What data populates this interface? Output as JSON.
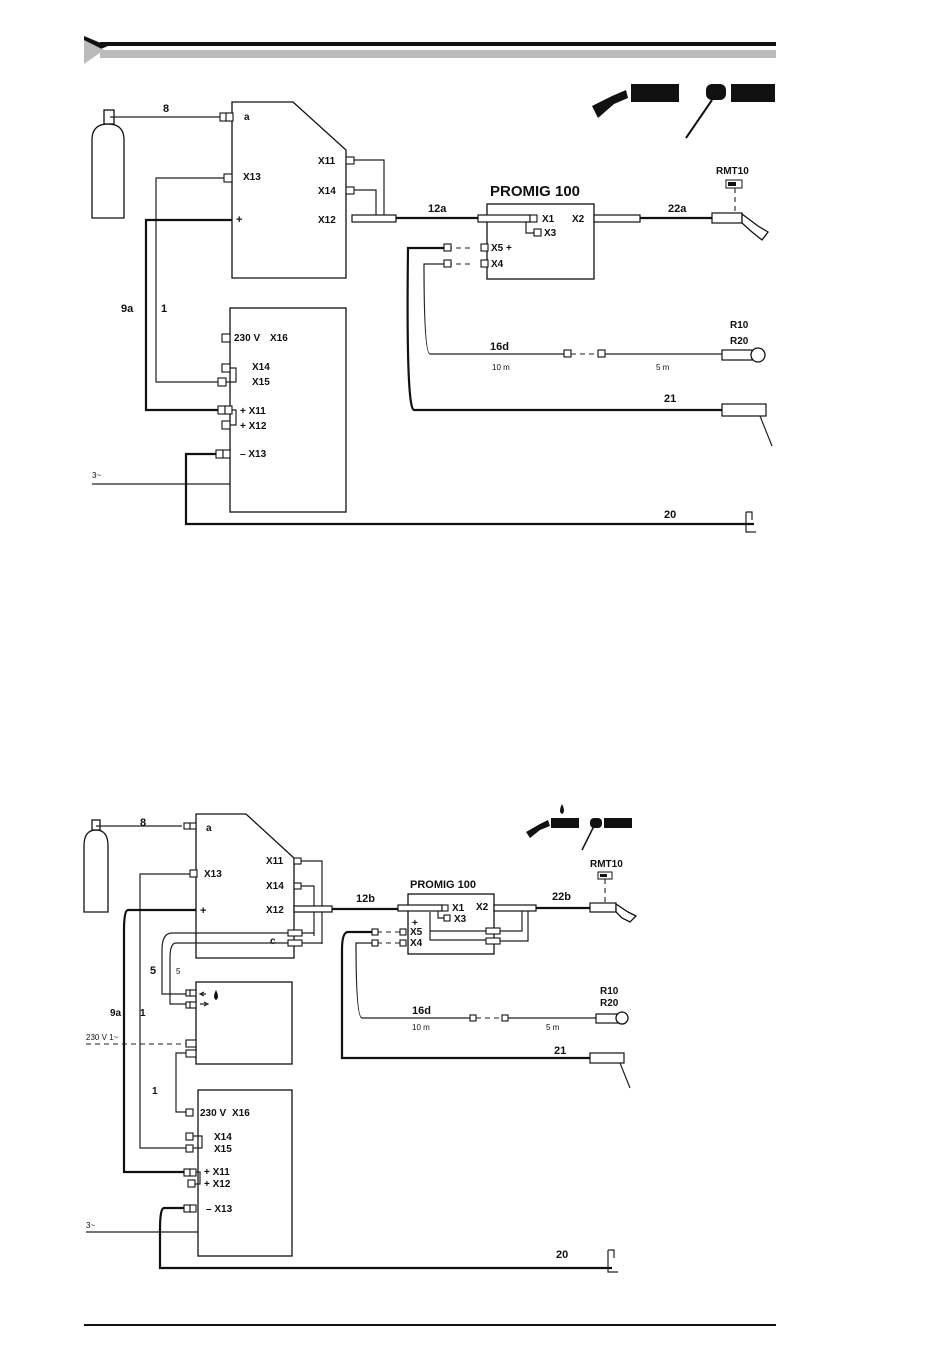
{
  "diagram_top": {
    "labels": {
      "gas_hose": "8",
      "gas_port": "a",
      "psu_x13": "X13",
      "psu_plus": "+",
      "psu_x11": "X11",
      "psu_x14": "X14",
      "psu_x12": "X12",
      "cable_12": "12a",
      "promig": "PROMIG 100",
      "p_x1": "X1",
      "p_x3": "X3",
      "p_x2": "X2",
      "p_x5": "X5 +",
      "p_x4": "X4",
      "cable_22": "22a",
      "rmt": "RMT10",
      "cable_9a": "9a",
      "cable_1": "1",
      "u_230": "230 V",
      "u_x16": "X16",
      "u_x14": "X14",
      "u_x15": "X15",
      "u_x11": "+ X11",
      "u_x12": "+ X12",
      "u_x13": "– X13",
      "cable_16d": "16d",
      "len_10m": "10 m",
      "len_5m": "5 m",
      "r10": "R10",
      "r20": "R20",
      "cable_21": "21",
      "mains": "3~",
      "cable_20": "20"
    }
  },
  "diagram_bottom": {
    "labels": {
      "gas_hose": "8",
      "gas_port": "a",
      "psu_x13": "X13",
      "psu_x11": "X11",
      "psu_x14": "X14",
      "psu_x12": "X12",
      "psu_plus": "+",
      "psu_c": "c",
      "cable_12": "12b",
      "promig": "PROMIG 100",
      "p_x1": "X1",
      "p_x3": "X3",
      "p_x2": "X2",
      "p_plus": "+",
      "p_x5": "X5",
      "p_x4": "X4",
      "cable_22": "22b",
      "rmt": "RMT10",
      "hose_5a": "5",
      "hose_5b": "5",
      "cable_9a": "9a",
      "cable_1a": "1",
      "cooler_supply": "230 V 1~",
      "cable_1b": "1",
      "u_230": "230 V",
      "u_x16": "X16",
      "u_x14": "X14",
      "u_x15": "X15",
      "u_x11": "+ X11",
      "u_x12": "+ X12",
      "u_x13": "– X13",
      "cable_16d": "16d",
      "len_10m": "10 m",
      "len_5m": "5 m",
      "r10": "R10",
      "r20": "R20",
      "cable_21": "21",
      "mains": "3~",
      "cable_20": "20"
    }
  }
}
